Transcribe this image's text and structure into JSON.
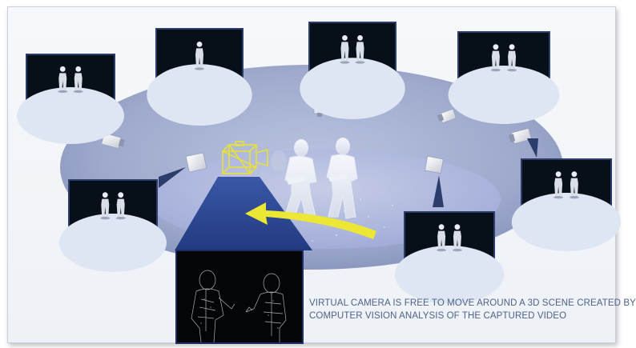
{
  "caption": {
    "line1": "VIRTUAL CAMERA IS FREE TO MOVE AROUND A 3D SCENE CREATED BY",
    "line2": "COMPUTER VISION ANALYSIS OF THE CAPTURED VIDEO"
  },
  "camera_views": [
    {
      "name": "camera-view-1",
      "figures": 2
    },
    {
      "name": "camera-view-2",
      "figures": 1
    },
    {
      "name": "camera-view-3",
      "figures": 2
    },
    {
      "name": "camera-view-4",
      "figures": 2
    },
    {
      "name": "camera-view-5",
      "figures": 2
    },
    {
      "name": "camera-view-6",
      "figures": 2
    },
    {
      "name": "camera-view-7",
      "figures": 2
    }
  ],
  "icons": {
    "physical_camera": "security-camera-icon",
    "virtual_camera": "wireframe-camera-icon",
    "rotation_arrow": "curved-arrow-icon"
  },
  "colors": {
    "outer_ellipse": "#8f9ac0",
    "inner_ellipse": "#b3bcda",
    "beam": "#273f86",
    "panel_border": "#2c3d6c",
    "virtual_camera": "#e8e03a",
    "arrow": "#ece634",
    "caption_text": "#4e6288"
  }
}
